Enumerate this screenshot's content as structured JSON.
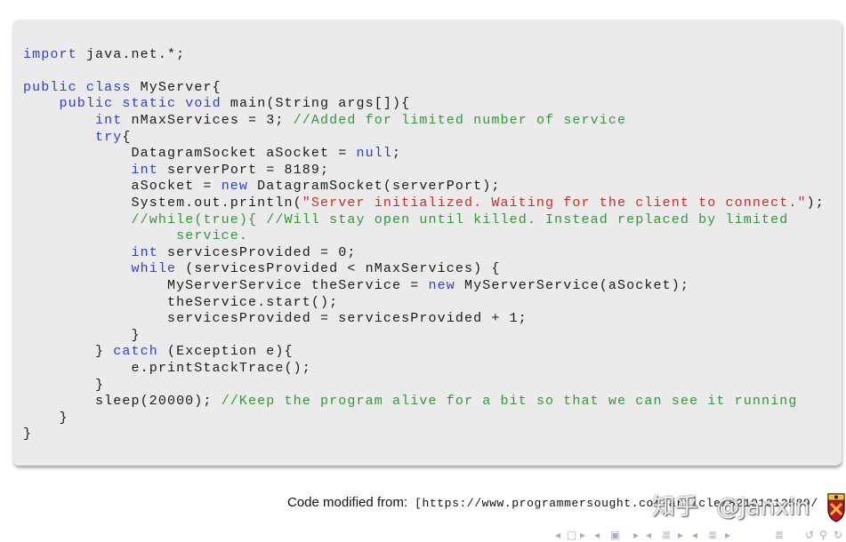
{
  "code": {
    "lines": [
      [
        {
          "k": "kw",
          "t": "import"
        },
        {
          "t": " java.net.*;"
        }
      ],
      [],
      [
        {
          "k": "kw",
          "t": "public"
        },
        {
          "t": " "
        },
        {
          "k": "kw",
          "t": "class"
        },
        {
          "t": " MyServer{"
        }
      ],
      [
        {
          "t": "    "
        },
        {
          "k": "kw",
          "t": "public"
        },
        {
          "t": " "
        },
        {
          "k": "kw",
          "t": "static"
        },
        {
          "t": " "
        },
        {
          "k": "kw",
          "t": "void"
        },
        {
          "t": " main(String args[]){"
        }
      ],
      [
        {
          "t": "        "
        },
        {
          "k": "kw",
          "t": "int"
        },
        {
          "t": " nMaxServices = 3; "
        },
        {
          "k": "cm",
          "t": "//Added for limited number of service"
        }
      ],
      [
        {
          "t": "        "
        },
        {
          "k": "kw",
          "t": "try"
        },
        {
          "t": "{"
        }
      ],
      [
        {
          "t": "            DatagramSocket aSocket = "
        },
        {
          "k": "kw",
          "t": "null"
        },
        {
          "t": ";"
        }
      ],
      [
        {
          "t": "            "
        },
        {
          "k": "kw",
          "t": "int"
        },
        {
          "t": " serverPort = 8189;"
        }
      ],
      [
        {
          "t": "            aSocket = "
        },
        {
          "k": "kw",
          "t": "new"
        },
        {
          "t": " DatagramSocket(serverPort);"
        }
      ],
      [
        {
          "t": "            System.out.println("
        },
        {
          "k": "str",
          "t": "\"Server initialized. Waiting for the client to connect.\""
        },
        {
          "t": ");"
        }
      ],
      [
        {
          "t": "            "
        },
        {
          "k": "cm",
          "t": "//while(true){ //Will stay open until killed. Instead replaced by limited"
        }
      ],
      [
        {
          "t": "                 "
        },
        {
          "k": "cm",
          "t": "service."
        }
      ],
      [
        {
          "t": "            "
        },
        {
          "k": "kw",
          "t": "int"
        },
        {
          "t": " servicesProvided = 0;"
        }
      ],
      [
        {
          "t": "            "
        },
        {
          "k": "kw",
          "t": "while"
        },
        {
          "t": " (servicesProvided < nMaxServices) {"
        }
      ],
      [
        {
          "t": "                MyServerService theService = "
        },
        {
          "k": "kw",
          "t": "new"
        },
        {
          "t": " MyServerService(aSocket);"
        }
      ],
      [
        {
          "t": "                theService.start();"
        }
      ],
      [
        {
          "t": "                servicesProvided = servicesProvided + 1;"
        }
      ],
      [
        {
          "t": "            }"
        }
      ],
      [
        {
          "t": "        } "
        },
        {
          "k": "kw",
          "t": "catch"
        },
        {
          "t": " (Exception e){"
        }
      ],
      [
        {
          "t": "            e.printStackTrace();"
        }
      ],
      [
        {
          "t": "        }"
        }
      ],
      [
        {
          "t": "        sleep(20000); "
        },
        {
          "k": "cm",
          "t": "//Keep the program alive for a bit so that we can see it running"
        }
      ],
      [
        {
          "t": "    }"
        }
      ],
      [
        {
          "t": "}"
        }
      ]
    ]
  },
  "footer": {
    "prefix": "Code modified from:",
    "citation": "[https://www.programmersought.com/article/82101312589/"
  },
  "watermark": {
    "text": "知乎 @Janxin"
  },
  "logo": {
    "icon": "university-crest-logo"
  },
  "navigation": {
    "icons": [
      "prev-slide-icon",
      "slide-icon",
      "next-slide-icon",
      "prev-frame-icon",
      "frame-icon",
      "next-frame-icon",
      "prev-subsection-icon",
      "subsection-icon",
      "next-subsection-icon",
      "prev-section-icon",
      "section-icon",
      "next-section-icon",
      "document-icon",
      "back-icon",
      "search-icon",
      "forward-icon"
    ]
  },
  "colors": {
    "keyword": "#2b3fd4",
    "comment": "#2f9a34",
    "string": "#d42a1d",
    "text": "#1a1a1a",
    "code_background": "#ebebeb",
    "navigation": "#a5abc9"
  }
}
